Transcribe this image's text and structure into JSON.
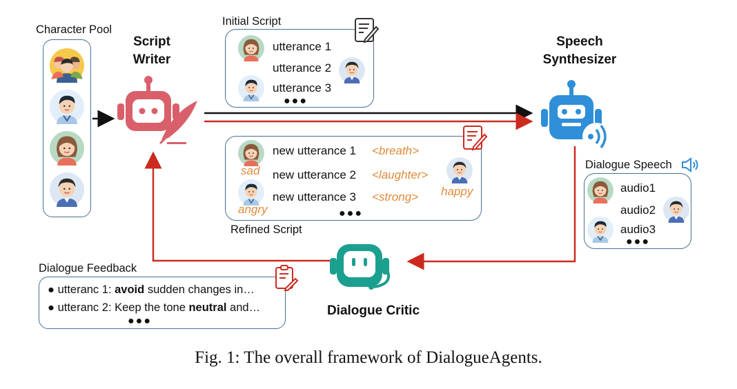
{
  "character_pool": {
    "label": "Character Pool"
  },
  "script_writer": {
    "label_line1": "Script",
    "label_line2": "Writer"
  },
  "speech_synthesizer": {
    "label_line1": "Speech",
    "label_line2": "Synthesizer"
  },
  "dialogue_critic": {
    "label": "Dialogue Critic"
  },
  "initial_script": {
    "label": "Initial Script",
    "utterances": [
      "utterance 1",
      "utterance 2",
      "utterance 3"
    ],
    "more": "●●●"
  },
  "refined_script": {
    "label": "Refined Script",
    "utterances": [
      "new utterance 1",
      "new utterance 2",
      "new utterance 3"
    ],
    "tags": [
      "<breath>",
      "<laughter>",
      "<strong>"
    ],
    "emotions": [
      "sad",
      "happy",
      "angry"
    ],
    "more": "●●●"
  },
  "dialogue_speech": {
    "label": "Dialogue Speech",
    "audios": [
      "audio1",
      "audio2",
      "audio3"
    ],
    "more": "●●●"
  },
  "dialogue_feedback": {
    "label": "Dialogue Feedback",
    "items": [
      {
        "pre": "utteranc 1: ",
        "bold": "avoid",
        "post": " sudden changes in…"
      },
      {
        "pre": "utteranc 2: Keep the tone ",
        "bold": "neutral",
        "post": " and…"
      }
    ],
    "more": "●●●"
  },
  "caption": "Fig. 1: The overall framework of DialogueAgents.",
  "colors": {
    "box_border": "#4a6f95",
    "writer_robot": "#d9606b",
    "synth_robot": "#2f8fd8",
    "critic_robot": "#1b9f8f",
    "arrow_black": "#111111",
    "arrow_red": "#cc2a1f",
    "emotion_text": "#e08a3a"
  }
}
